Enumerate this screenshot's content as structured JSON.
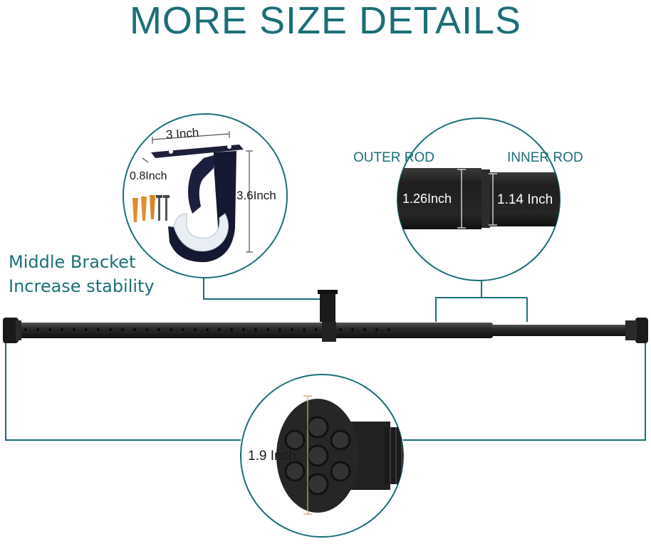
{
  "title": "MORE SIZE DETAILS",
  "callout": {
    "line1": "Middle Bracket",
    "line2": "Increase stability"
  },
  "bracket": {
    "width_label": "3 Inch",
    "depth_label": "0.8Inch",
    "height_label": "3.6Inch"
  },
  "rod_detail": {
    "outer_label": "OUTER ROD",
    "inner_label": "INNER ROD",
    "outer_diameter": "1.26Inch",
    "inner_diameter": "1.14 Inch"
  },
  "end_cap": {
    "diameter_label": "1.9 Inch"
  },
  "colors": {
    "accent": "#1b6f77",
    "rod": "#2a2a2a",
    "line": "#1b6f77"
  }
}
